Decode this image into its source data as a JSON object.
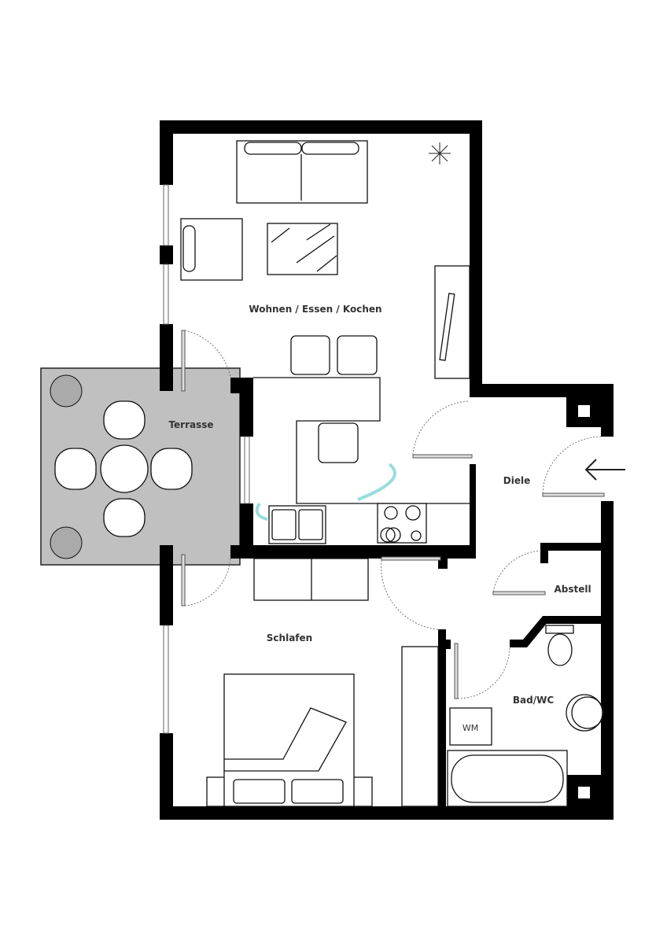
{
  "rooms": {
    "living": "Wohnen / Essen / Kochen",
    "terrace": "Terrasse",
    "hall": "Diele",
    "storage": "Abstell",
    "bedroom": "Schlafen",
    "bath": "Bad/WC"
  },
  "appliances": {
    "washing_machine": "WM"
  },
  "colors": {
    "wall": "#000000",
    "terrace": "#c0c0c0",
    "watermark": "#7fd3d3"
  },
  "icons": [
    "entrance-arrow-icon",
    "plant-icon",
    "door-swing-icon"
  ]
}
